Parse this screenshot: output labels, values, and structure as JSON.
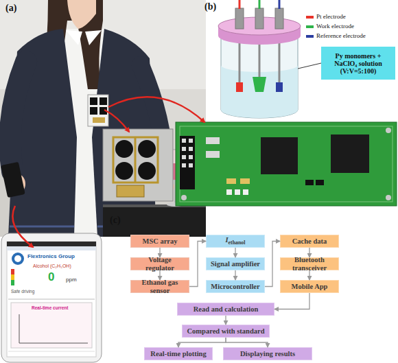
{
  "diagram": {
    "nodes": [
      {
        "text": [
          "Py monomers + NaClO₄ solution (V:V=5:100)"
        ]
      },
      {
        "text": [
          "MSC array"
        ]
      },
      {
        "text": [
          "Voltage regulator"
        ]
      },
      {
        "text": [
          "Ethanol gas sensor"
        ]
      },
      {
        "text": [
          "Iethanol"
        ]
      },
      {
        "text": [
          "Signal amplifier"
        ]
      },
      {
        "text": [
          "Microcontroller"
        ]
      },
      {
        "text": [
          "Cache data"
        ]
      },
      {
        "text": [
          "Bluetooth transceiver"
        ]
      },
      {
        "text": [
          "Mobile App"
        ]
      },
      {
        "text": [
          "Read and calculation"
        ]
      },
      {
        "text": [
          "Compared with standard"
        ]
      },
      {
        "text": [
          "Real-time plotting"
        ]
      },
      {
        "text": [
          "Displaying results"
        ]
      }
    ],
    "edges": [
      {
        "from": 1,
        "to": 2,
        "arrow": "to"
      },
      {
        "from": 2,
        "to": 3,
        "arrow": "to"
      },
      {
        "from": 3,
        "to": 4,
        "arrow": "to"
      },
      {
        "from": 4,
        "to": 5,
        "arrow": "to"
      },
      {
        "from": 5,
        "to": 6,
        "arrow": "to"
      },
      {
        "from": 6,
        "to": 7,
        "arrow": "to"
      },
      {
        "from": 7,
        "to": 8,
        "arrow": "to"
      },
      {
        "from": 8,
        "to": 9,
        "arrow": "to"
      },
      {
        "from": 9,
        "to": 10,
        "arrow": "to"
      },
      {
        "from": 10,
        "to": 11,
        "arrow": "to"
      },
      {
        "from": 11,
        "to": 12,
        "arrow": "to"
      },
      {
        "from": 11,
        "to": 13,
        "arrow": "to"
      }
    ],
    "labels": [
      "(a)",
      "(b)",
      "(c)",
      "Flextronics Group",
      "Alcohol (C₂H₅OH)",
      "0",
      "ppm",
      "Safe driving",
      "Real-time current"
    ],
    "legend": [
      {
        "text": "Pt electrode",
        "color": "#e8332a"
      },
      {
        "text": "Work electrode",
        "color": "#2fb34a"
      },
      {
        "text": "Reference electrode",
        "color": "#2c3ea0"
      }
    ]
  }
}
